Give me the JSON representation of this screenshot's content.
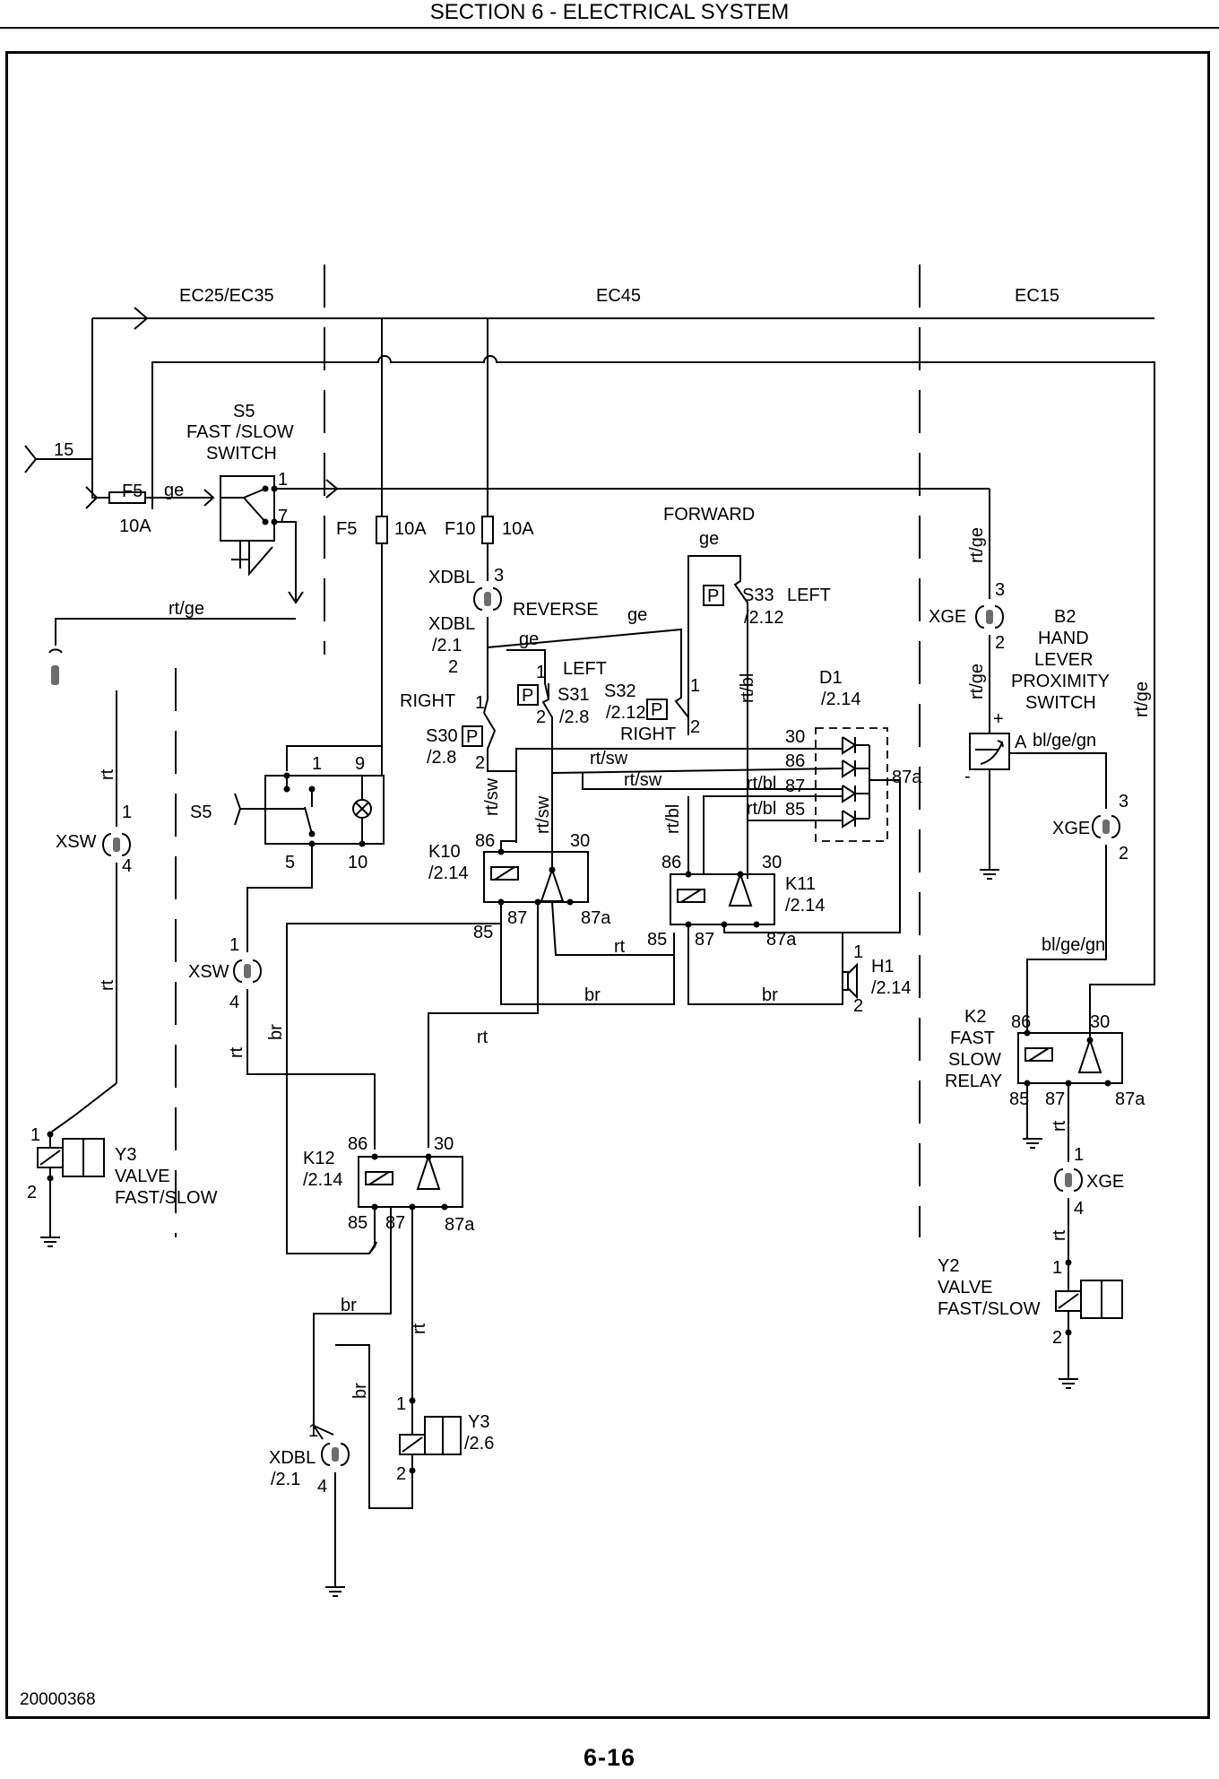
{
  "header": {
    "title": "SECTION 6 - ELECTRICAL SYSTEM"
  },
  "footer": {
    "doc_number": "20000368",
    "page_number": "6-16"
  },
  "zones": {
    "left": "EC25/EC35",
    "middle": "EC45",
    "right": "EC15"
  },
  "input": {
    "terminal": "15"
  },
  "fuses": {
    "f5_top_name": "F5",
    "f5_top_rating": "10A",
    "f5_name": "F5",
    "f5_rating": "10A",
    "f10_name": "F10",
    "f10_rating": "10A"
  },
  "s5": {
    "title_lines": [
      "S5",
      "FAST /SLOW",
      "SWITCH"
    ],
    "pin1": "1",
    "pin7": "7",
    "lower_name": "S5",
    "lower_pins": [
      "1",
      "9",
      "5",
      "10"
    ]
  },
  "wires": {
    "ge": "ge",
    "rt_ge": "rt/ge",
    "rt": "rt",
    "br": "br",
    "rt_sw": "rt/sw",
    "rt_bl": "rt/bl",
    "bl_ge_gn": "bl/ge/gn"
  },
  "connectors": {
    "xdbl": "XDBL",
    "xdbl_ref": "/2.1",
    "xsw": "XSW",
    "xge": "XGE",
    "pin1": "1",
    "pin2": "2",
    "pin3": "3",
    "pin4": "4"
  },
  "directions": {
    "reverse": "REVERSE",
    "forward": "FORWARD",
    "left": "LEFT",
    "right": "RIGHT"
  },
  "switches": {
    "s30": "S30",
    "s30_ref": "/2.8",
    "s31": "S31",
    "s31_ref": "/2.8",
    "s32": "S32",
    "s32_ref": "/2.12",
    "s33": "S33",
    "s33_ref": "/2.12",
    "p": "P"
  },
  "diode": {
    "name": "D1",
    "ref": "/2.14",
    "pins": [
      "30",
      "86",
      "87",
      "85",
      "87a"
    ]
  },
  "relays": {
    "k10": "K10",
    "k10_ref": "/2.14",
    "k11": "K11",
    "k11_ref": "/2.14",
    "k12": "K12",
    "k12_ref": "/2.14",
    "k2_lines": [
      "K2",
      "FAST",
      "SLOW",
      "RELAY"
    ],
    "pins": {
      "p86": "86",
      "p30": "30",
      "p85": "85",
      "p87": "87",
      "p87a": "87a"
    }
  },
  "horn": {
    "name": "H1",
    "ref": "/2.14"
  },
  "b2": {
    "lines": [
      "B2",
      "HAND",
      "LEVER",
      "PROXIMITY",
      "SWITCH"
    ],
    "plus": "+",
    "minus": "-",
    "a": "A"
  },
  "valves": {
    "y3_name": "Y3",
    "y3_desc": [
      "VALVE",
      "FAST/SLOW"
    ],
    "y3b_name": "Y3",
    "y3b_ref": "/2.6",
    "y2_name": "Y2",
    "y2_desc": [
      "VALVE",
      "FAST/SLOW"
    ]
  }
}
